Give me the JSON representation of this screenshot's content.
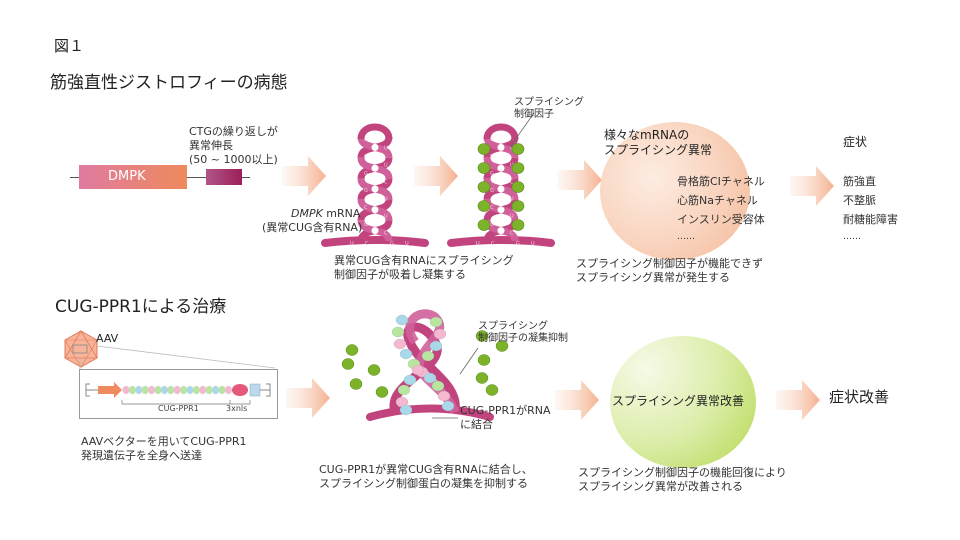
{
  "figure_label": "図１",
  "section1": {
    "title": "筋強直性ジストロフィーの病態",
    "gene": {
      "label": "DMPK",
      "repeat_note": [
        "CTGの繰り返しが",
        "異常伸長",
        "(50 ~ 1000以上)"
      ]
    },
    "mrna_label": {
      "italic": "DMPK",
      "rest": " mRNA",
      "line2": "(異常CUG含有RNA)"
    },
    "factor_callout": [
      "スプライシング",
      "制御因子"
    ],
    "hairpin_caption": [
      "異常CUG含有RNAにスプライシング",
      "制御因子が吸着し凝集する"
    ],
    "splicing_box": {
      "title": [
        "様々なmRNAの",
        "スプライシング異常"
      ],
      "items": [
        "骨格筋CIチャネル",
        "心筋Naチャネル",
        "インスリン受容体",
        "……"
      ],
      "caption": [
        "スプライシング制御因子が機能できず",
        "スプライシング異常が発生する"
      ]
    },
    "symptoms": {
      "title": "症状",
      "items": [
        "筋強直",
        "不整脈",
        "耐糖能障害",
        "……"
      ]
    }
  },
  "section2": {
    "title": "CUG-PPR1による治療",
    "aav_label": "AAV",
    "construct_labels": {
      "ppr": "CUG-PPR1",
      "nls": "3xnls"
    },
    "aav_caption": [
      "AAVベクターを用いてCUG-PPR1",
      "発現遺伝子を全身へ送達"
    ],
    "factor_callout": [
      "スプライシング",
      "制御因子の凝集抑制"
    ],
    "binding_callout": [
      "CUG-PPR1がRNA",
      "に結合"
    ],
    "binding_caption": [
      "CUG-PPR1が異常CUG含有RNAに結合し、",
      "スプライシング制御蛋白の凝集を抑制する"
    ],
    "improvement_oval": "スプライシング異常改善",
    "improvement_caption": [
      "スプライシング制御因子の機能回復により",
      "スプライシング異常が改善される"
    ],
    "outcome": "症状改善"
  },
  "rna_letters": [
    "G",
    "U",
    "C",
    "U",
    "G",
    "C"
  ],
  "colors": {
    "rna": "#c2447e",
    "factor": "#7cb32a",
    "arrow": "#f4b89a",
    "salmon_oval": "#f7c9ae",
    "green_oval": "#c6e27a",
    "dmpk_start": "#e07aa0",
    "dmpk_end": "#ee8a5c",
    "repeat": "#9c2a5e"
  }
}
